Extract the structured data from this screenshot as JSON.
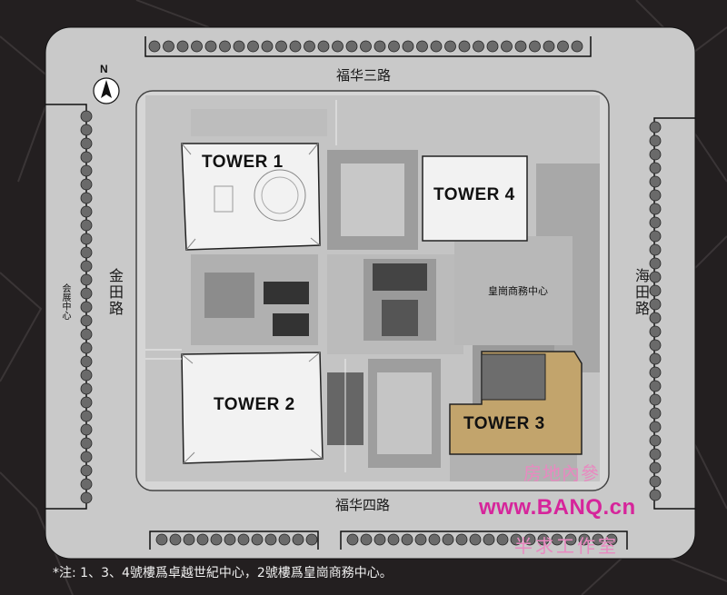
{
  "roads": {
    "north": "福华三路",
    "south": "福华四路",
    "west": "金田路",
    "east": "海田路"
  },
  "labels": {
    "north_arrow": "N",
    "convention_center": "会展中心",
    "tower1": "TOWER 1",
    "tower2": "TOWER 2",
    "tower3": "TOWER 3",
    "tower4": "TOWER 4",
    "huanggang": "皇崗商務中心"
  },
  "note": "*注:  1、3、4號樓爲卓越世紀中心，2號樓爲皇崗商務中心。",
  "watermark": {
    "line1": "房地內參",
    "line2": "www.BANQ.cn",
    "line3": "半求工作室"
  },
  "colors": {
    "background": "#231f20",
    "site": "#d2d2d2",
    "tower3": "#c2a46c",
    "watermark": "#d6259b"
  }
}
